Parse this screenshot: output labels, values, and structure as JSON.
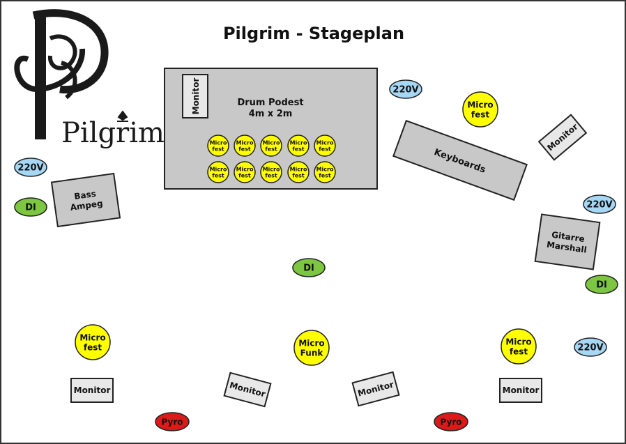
{
  "title": "Pilgrim - Stageplan",
  "logo": {
    "text": "Pilgrim",
    "monogram": "PB"
  },
  "colors": {
    "micro": "#ffff00",
    "power": "#a6d7f4",
    "di": "#7cc642",
    "pyro": "#dd1a1a",
    "box": "#c8c8c8",
    "monitor": "#e8e8e8",
    "outline": "#222222"
  },
  "drum": {
    "title": "Drum Podest",
    "size": "4m x 2m",
    "monitor": "Monitor",
    "micros": [
      "Micro fest",
      "Micro fest",
      "Micro fest",
      "Micro fest",
      "Micro fest",
      "Micro fest",
      "Micro fest",
      "Micro fest",
      "Micro fest",
      "Micro fest"
    ]
  },
  "boxes": {
    "bass": "Bass Ampeg",
    "keyboards": "Keyboards",
    "guitar": "Gitarre Marshall"
  },
  "monitors": [
    "Monitor",
    "Monitor",
    "Monitor",
    "Monitor",
    "Monitor"
  ],
  "power": [
    "220V",
    "220V",
    "220V",
    "220V"
  ],
  "di": [
    "DI",
    "DI",
    "DI"
  ],
  "micros": [
    "Micro fest",
    "Micro fest",
    "Micro fest",
    "Micro Funk"
  ],
  "pyro": [
    "Pyro",
    "Pyro"
  ]
}
